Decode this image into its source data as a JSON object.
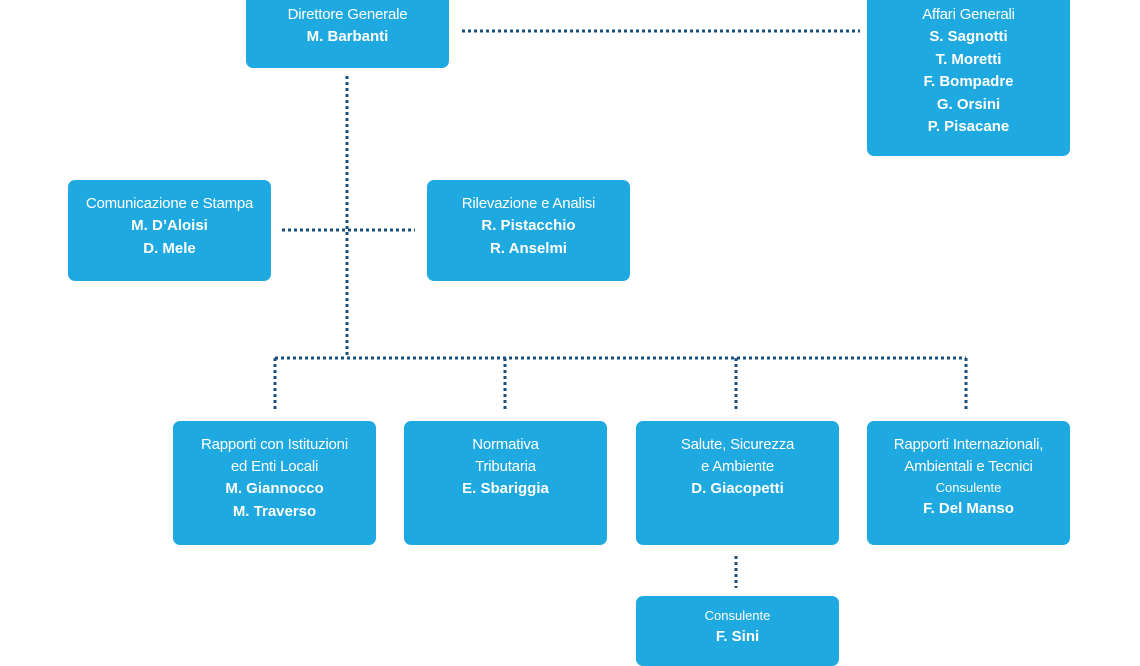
{
  "direttore": {
    "title": "Direttore Generale",
    "names": [
      "M. Barbanti"
    ]
  },
  "affari": {
    "title": "Affari Generali",
    "names": [
      "S. Sagnotti",
      "T. Moretti",
      "F. Bompadre",
      "G. Orsini",
      "P. Pisacane"
    ]
  },
  "comunicazione": {
    "title": "Comunicazione e Stampa",
    "names": [
      "M. D’Aloisi",
      "D. Mele"
    ]
  },
  "rilevazione": {
    "title": "Rilevazione e Analisi",
    "names": [
      "R. Pistacchio",
      "R. Anselmi"
    ]
  },
  "rapporti_istituzioni": {
    "title": [
      "Rapporti con Istituzioni",
      "ed Enti Locali"
    ],
    "names": [
      "M. Giannocco",
      "M. Traverso"
    ]
  },
  "normativa": {
    "title": [
      "Normativa",
      "Tributaria"
    ],
    "names": [
      "E. Sbariggia"
    ]
  },
  "salute": {
    "title": [
      "Salute, Sicurezza",
      "e Ambiente"
    ],
    "names": [
      "D. Giacopetti"
    ]
  },
  "internazionali": {
    "title": [
      "Rapporti Internazionali,",
      "Ambientali e Tecnici"
    ],
    "role": "Consulente",
    "names": [
      "F. Del Manso"
    ]
  },
  "consulente_salute": {
    "role": "Consulente",
    "names": [
      "F. Sini"
    ]
  },
  "colors": {
    "box": "#1fa9e1",
    "connector": "#1a4f7a",
    "text": "#ffffff"
  }
}
